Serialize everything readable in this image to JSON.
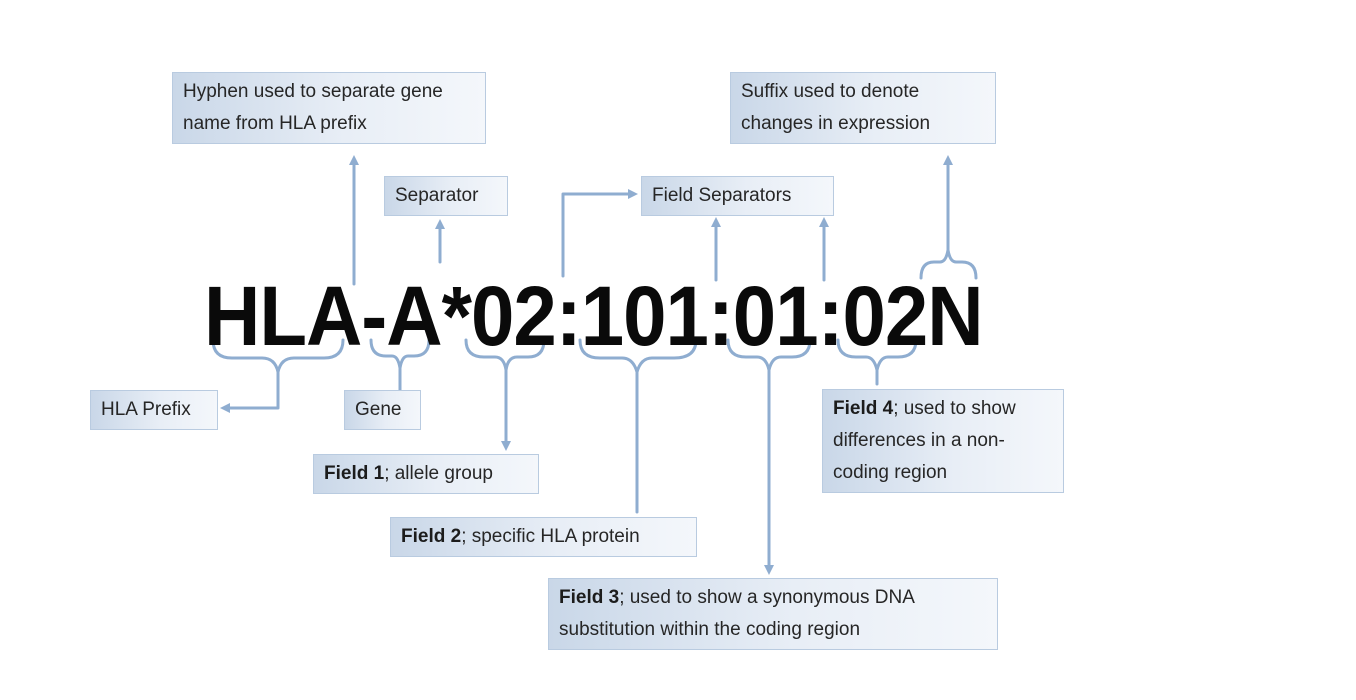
{
  "allele": "HLA-A*02:101:01:02N",
  "colors": {
    "connector": "#8fadd0",
    "box_border": "#b9cbe0",
    "allele_text": "#0a0a0a"
  },
  "labels": {
    "hyphen": "Hyphen used to separate gene name from HLA prefix",
    "separator": "Separator",
    "field_separators": "Field Separators",
    "suffix": "Suffix used to denote changes in expression",
    "hla_prefix": "HLA Prefix",
    "gene": "Gene",
    "field1": {
      "bold": "Field 1",
      "rest": "; allele group"
    },
    "field2": {
      "bold": "Field 2",
      "rest": "; specific HLA protein"
    },
    "field3": {
      "bold": "Field 3",
      "rest": "; used to show a synonymous DNA substitution within the coding region"
    },
    "field4": {
      "bold": "Field 4",
      "rest": "; used to show differences in a non-coding region"
    }
  }
}
